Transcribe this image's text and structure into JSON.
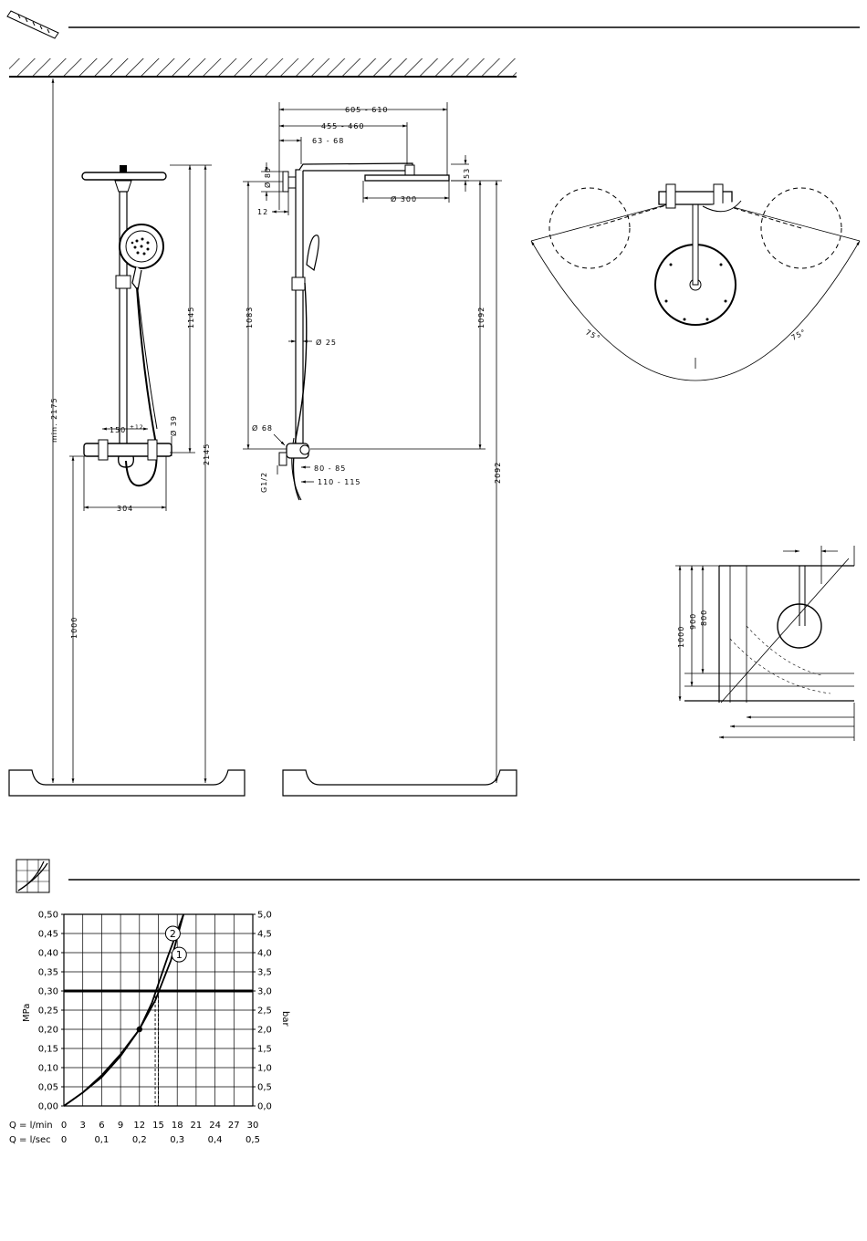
{
  "front_view": {
    "dims": {
      "min_2175": "min. 2175",
      "d_1145": "1145",
      "d_2145": "2145",
      "d_1000": "1000",
      "d_150": "150",
      "d_150_sup": "±12",
      "d_39": "Ø 39",
      "d_304": "304"
    }
  },
  "side_view": {
    "dims": {
      "d_605_610": "605 - 610",
      "d_455_460": "455 - 460",
      "d_63_68": "63 - 68",
      "d_80": "Ø 80",
      "d_12": "12",
      "d_300": "Ø 300",
      "d_53": "53",
      "d_1083": "1083",
      "d_1092": "1092",
      "d_25": "Ø 25",
      "d_68": "Ø 68",
      "d_80_85": "80 - 85",
      "d_110_115": "110 - 115",
      "d_g12": "G1/2",
      "d_2092": "2092"
    }
  },
  "top_view": {
    "angle_left": "75°",
    "angle_right": "75°"
  },
  "corner_view": {
    "d_1000": "1000",
    "d_900": "900",
    "d_800": "800"
  },
  "chart_data": {
    "type": "line",
    "y_left_label": "MPa",
    "y_right_label": "bar",
    "x_label_lmin": "Q = l/min",
    "x_label_lsec": "Q = l/sec",
    "x_ticks_lmin": [
      "0",
      "3",
      "6",
      "9",
      "12",
      "15",
      "18",
      "21",
      "24",
      "27",
      "30"
    ],
    "x_ticks_lsec": [
      "0",
      "0,1",
      "0,2",
      "0,3",
      "0,4",
      "0,5"
    ],
    "y_ticks_mpa": [
      "0,00",
      "0,05",
      "0,10",
      "0,15",
      "0,20",
      "0,25",
      "0,30",
      "0,35",
      "0,40",
      "0,45",
      "0,50"
    ],
    "y_ticks_bar": [
      "0,0",
      "0,5",
      "1,0",
      "1,5",
      "2,0",
      "2,5",
      "3,0",
      "3,5",
      "4,0",
      "4,5",
      "5,0"
    ],
    "xlim": [
      0,
      30
    ],
    "ylim": [
      0,
      0.5
    ],
    "highlight_y": 0.3,
    "series": [
      {
        "name": "1",
        "x": [
          0,
          3,
          6,
          9,
          12,
          14.5,
          17,
          19
        ],
        "y": [
          0,
          0.035,
          0.075,
          0.13,
          0.2,
          0.275,
          0.38,
          0.5
        ]
      },
      {
        "name": "2",
        "x": [
          0,
          3,
          6,
          9,
          12,
          14,
          16.5,
          19
        ],
        "y": [
          0,
          0.035,
          0.08,
          0.135,
          0.2,
          0.27,
          0.39,
          0.5
        ]
      }
    ],
    "markers": [
      {
        "x": 12,
        "y": 0.2
      }
    ],
    "dashed_x": [
      14.5,
      15
    ]
  }
}
